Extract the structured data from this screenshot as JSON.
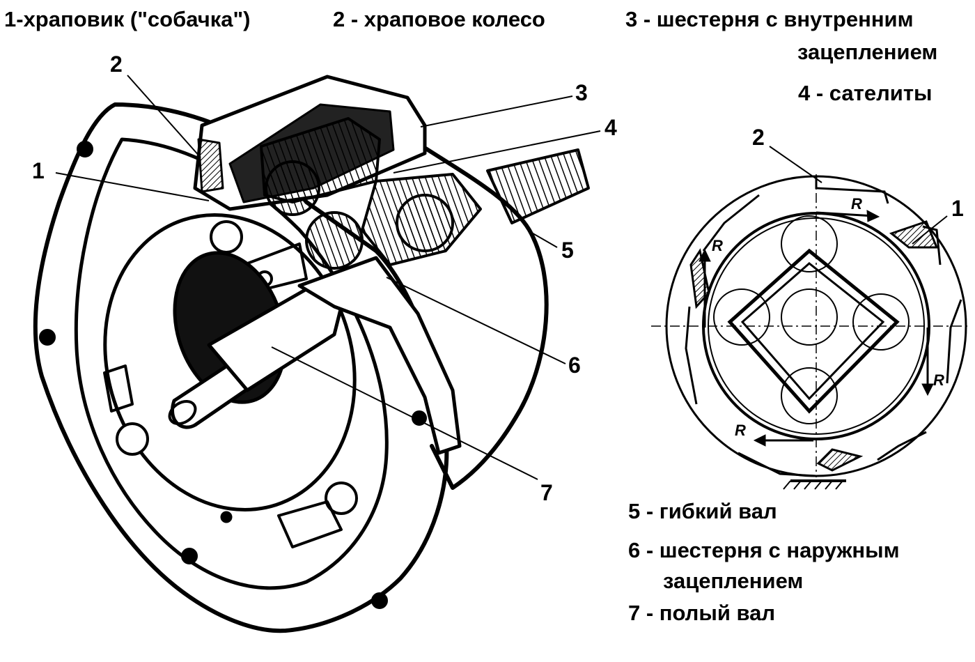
{
  "legend": {
    "item1": "1-храповик (\"собачка\")",
    "item2": "2 - храповое колесо",
    "item3_line1": "3 - шестерня с внутренним",
    "item3_line2": "зацеплением",
    "item4": "4 - сателиты",
    "item5": "5 - гибкий вал",
    "item6_line1": "6 - шестерня с наружным",
    "item6_line2": "зацеплением",
    "item7": "7 - полый вал"
  },
  "callouts": {
    "n1": "1",
    "n2": "2",
    "n3": "3",
    "n4": "4",
    "n5": "5",
    "n6": "6",
    "n7": "7"
  },
  "scheme": {
    "n1": "1",
    "n2": "2",
    "r": "R"
  }
}
